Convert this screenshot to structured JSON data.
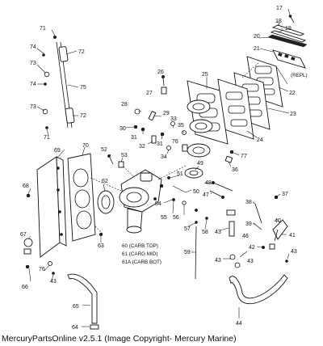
{
  "caption": "MercuryPartsOnline v2.5.1 (Image Copyright- Mercury Marine)",
  "callouts": {
    "c17": "17",
    "c18": "18",
    "c19": "19",
    "c20": "20",
    "c21": "21",
    "c22": "22",
    "c23": "23",
    "c24": "24",
    "c25": "25",
    "c26": "26",
    "c27": "27",
    "c28": "28",
    "c29": "29",
    "c30": "30",
    "c31a": "31",
    "c31b": "31",
    "c32": "32",
    "c33": "33",
    "c34": "34",
    "c35": "35",
    "c36": "36",
    "c37": "37",
    "c38": "38",
    "c39": "39",
    "c40": "40",
    "c41": "41",
    "c42": "42",
    "c43a": "43",
    "c43b": "43",
    "c43c": "43",
    "c43d": "43",
    "c44": "44",
    "c46": "46",
    "c47": "47",
    "c48": "48",
    "c49": "49",
    "c50": "50",
    "c51": "51",
    "c52": "52",
    "c53": "53",
    "c54": "54",
    "c55": "55",
    "c56": "56",
    "c57": "57",
    "c58": "58",
    "c59": "59",
    "c62": "62",
    "c63": "63",
    "c64": "64",
    "c65": "65",
    "c66": "66",
    "c67": "67",
    "c68": "68",
    "c69": "69",
    "c70": "70",
    "c71a": "71",
    "c71b": "71",
    "c72a": "72",
    "c72b": "72",
    "c73a": "73",
    "c73b": "73",
    "c74a": "74",
    "c74b": "74",
    "c75": "75",
    "c76": "76",
    "c77": "77"
  },
  "notes": {
    "repl": "(REPL)",
    "carb_top": "60 (CARB TOP)",
    "carb_mid": "61 (CARG MID)",
    "carb_bot": "61A (CARB BOT)"
  }
}
